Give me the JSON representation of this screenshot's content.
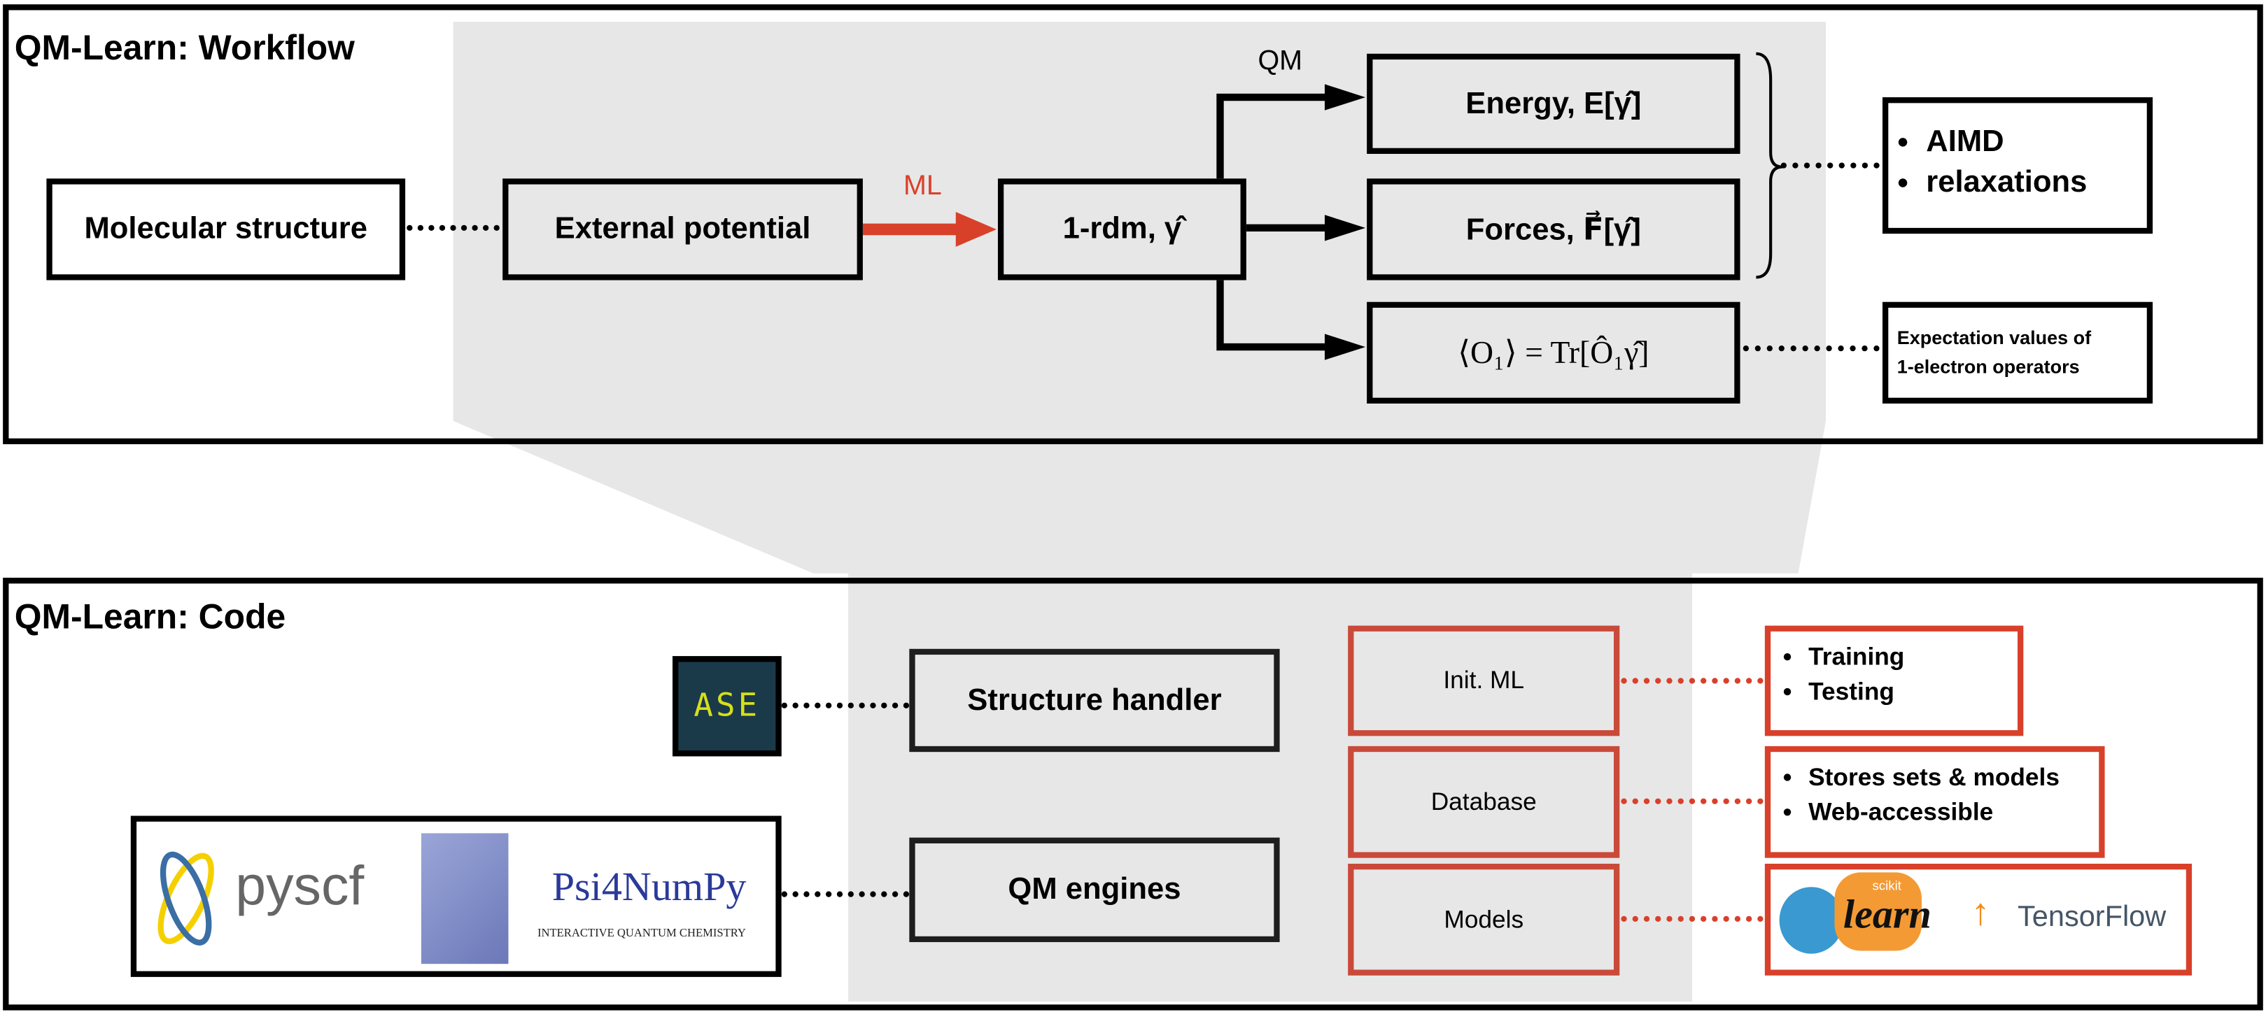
{
  "workflow": {
    "title": "QM-Learn: Workflow",
    "molecular_structure": "Molecular structure",
    "external_potential": "External potential",
    "ml_label": "ML",
    "rdm": "1-rdm, γ̂",
    "qm_label": "QM",
    "energy": "Energy, E[γ̂]",
    "forces": "Forces, F⃗[γ̂]",
    "expectation_formula": "⟨O₁⟩ = Tr[Ô₁γ̂]",
    "applications": [
      "AIMD",
      "relaxations"
    ],
    "expectation_desc_1": "Expectation values of",
    "expectation_desc_2": "1-electron operators"
  },
  "code": {
    "title": "QM-Learn: Code",
    "ase_logo": "ASE",
    "structure_handler": "Structure handler",
    "qm_engines": "QM engines",
    "pyscf_logo": "pyscf",
    "psi4numpy_logo": "Psi4NumPy",
    "psi4numpy_tagline": "INTERACTIVE QUANTUM CHEMISTRY",
    "init_ml": "Init. ML",
    "database": "Database",
    "models": "Models",
    "init_ml_items": [
      "Training",
      "Testing"
    ],
    "database_items": [
      "Stores sets & models",
      "Web-accessible"
    ],
    "sklearn_logo_small": "scikit",
    "sklearn_logo": "learn",
    "tensorflow_logo": "TensorFlow"
  },
  "colors": {
    "ml_arrow": "#d9402a",
    "code_box": "#c94a3a",
    "highlight": "#e7e7e7"
  }
}
